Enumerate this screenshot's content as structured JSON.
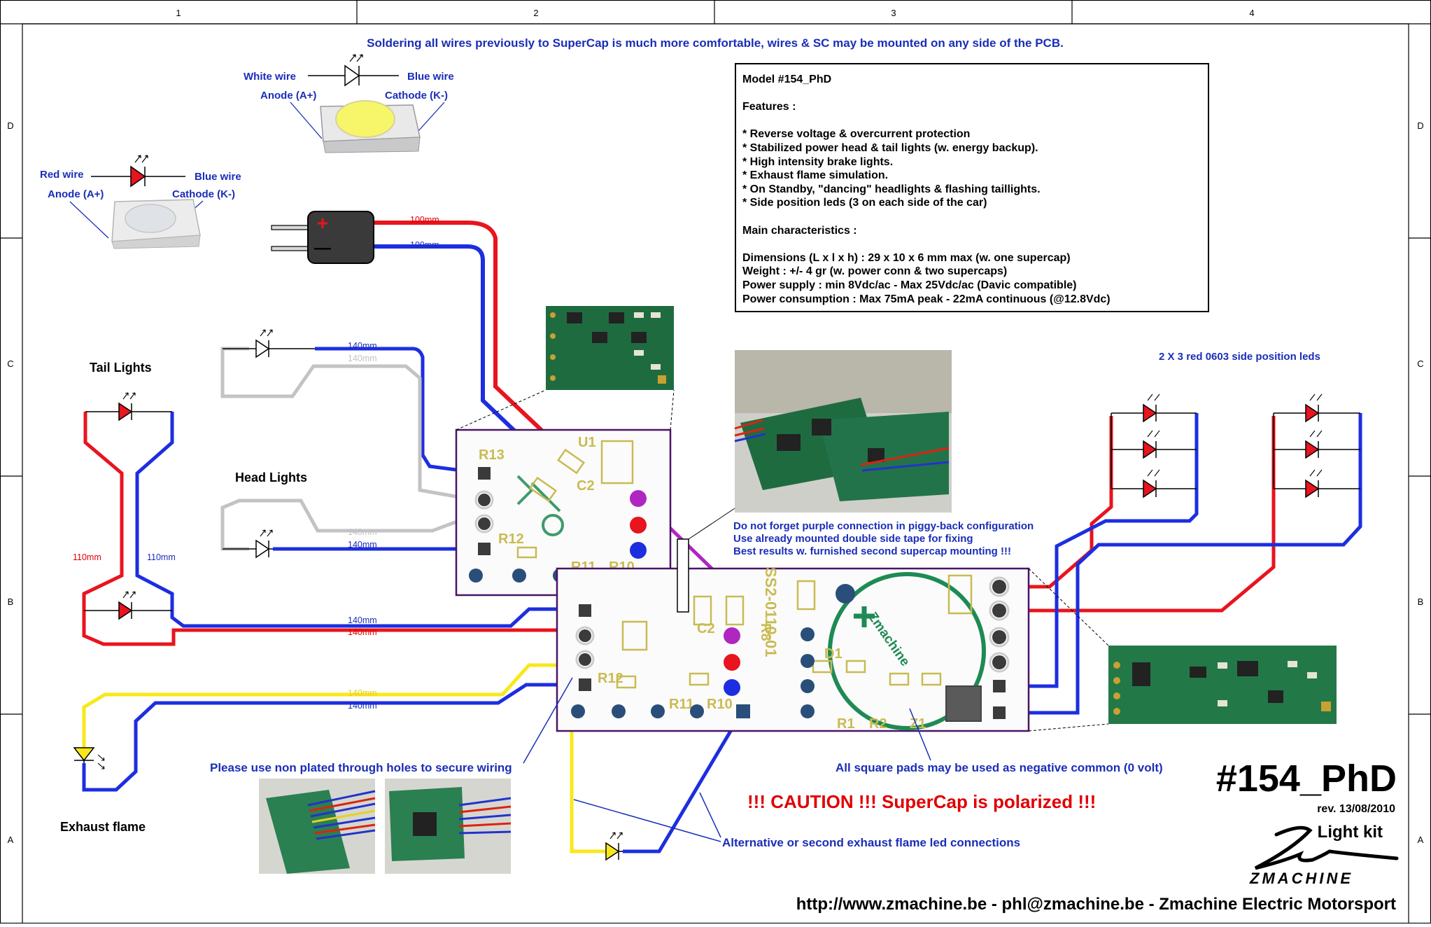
{
  "frame": {
    "columns": [
      "1",
      "2",
      "3",
      "4"
    ],
    "rows": [
      "D",
      "C",
      "B",
      "A"
    ]
  },
  "header_note": "Soldering all wires previously to SuperCap is much more comfortable, wires & SC may be mounted on any side of the PCB.",
  "spec_box": {
    "lines": [
      "Model #154_PhD",
      "",
      "Features :",
      "",
      "* Reverse voltage & overcurrent protection",
      "* Stabilized power head & tail lights (w. energy backup).",
      "* High intensity brake lights.",
      "* Exhaust flame simulation.",
      "* On Standby, \"dancing\" headlights & flashing taillights.",
      "* Side position leds (3 on each side of the car)",
      "",
      "Main characteristics :",
      "",
      "Dimensions (L x l x h) : 29 x 10 x 6 mm max (w. one supercap)",
      "Weight : +/- 4 gr (w. power conn &  two supercaps)",
      "Power supply : min 8Vdc/ac - Max 25Vdc/ac (Davic compatible)",
      "Power consumption : Max 75mA peak - 22mA continuous (@12.8Vdc)"
    ]
  },
  "white_led": {
    "left_wire": "White wire",
    "left_pin": "Anode (A+)",
    "right_wire": "Blue wire",
    "right_pin": "Cathode (K-)"
  },
  "red_led": {
    "left_wire": "Red wire",
    "left_pin": "Anode (A+)",
    "right_wire": "Blue wire",
    "right_pin": "Cathode (K-)"
  },
  "power_connector": {
    "plus": "+",
    "minus": "—"
  },
  "labels": {
    "tail_lights": "Tail Lights",
    "head_lights": "Head Lights",
    "exhaust_flame": "Exhaust flame",
    "side_leds": "2 X 3 red 0603 side position leds",
    "purple_note": [
      "Do not forget purple connection in piggy-back configuration",
      "Use already mounted double side tape for fixing",
      "Best results w. furnished second supercap mounting !!!"
    ],
    "non_plated": "Please use non plated through holes to secure wiring",
    "square_pads": "All square pads may be used as negative common (0 volt)",
    "caution": "!!! CAUTION !!!  SuperCap is polarized !!!",
    "alternative": "Alternative or second exhaust flame led connections"
  },
  "wire_lengths": {
    "power_red": "100mm",
    "power_blue": "100mm",
    "head_blue": "140mm",
    "head_white": "140mm",
    "head2_white": "140mm",
    "head2_blue": "140mm",
    "tail_red": "110mm",
    "tail_blue": "110mm",
    "brake_blue": "140mm",
    "brake_red": "140mm",
    "exhaust_yellow": "140mm",
    "exhaust_blue": "140mm"
  },
  "pcb_silkscreen": {
    "r13": "R13",
    "r12": "R12",
    "r11": "R11",
    "r10": "R10",
    "u1": "U1",
    "c2": "C2",
    "r8": "R8",
    "d1": "D1",
    "r1": "R1",
    "r2": "R2",
    "z1": "Z1",
    "board_code": "SS2-0110-01",
    "smd_mark": "Zmachine"
  },
  "title_block": {
    "title": "#154_PhD",
    "rev": "rev. 13/08/2010",
    "kit": "Light kit",
    "logo_text": "ZMACHINE"
  },
  "footer": "http://www.zmachine.be - phl@zmachine.be - Zmachine Electric Motorsport",
  "colors": {
    "wire_red": "#e8141e",
    "wire_blue": "#1d2ee0",
    "wire_white": "#bdbdbd",
    "wire_yellow": "#f8e81a",
    "wire_purple": "#b026c0",
    "pcb_outline": "#4a1466",
    "silkscreen": "#c9bb52",
    "copper_green": "#1e8a54",
    "label_blue": "#1a2eb8"
  }
}
